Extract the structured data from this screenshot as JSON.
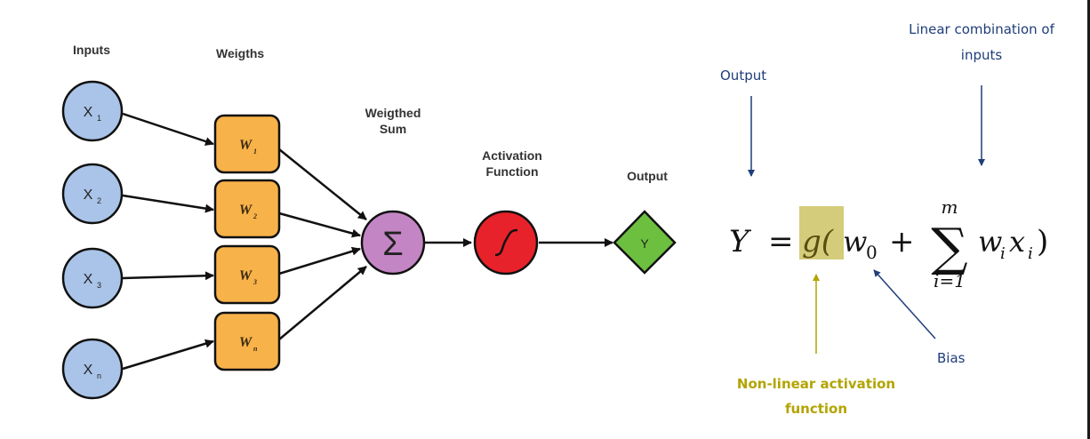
{
  "diagram": {
    "column_labels": {
      "inputs": "Inputs",
      "weights": "Weigths",
      "weighted_sum_line1": "Weigthed",
      "weighted_sum_line2": "Sum",
      "activation_line1": "Activation",
      "activation_line2": "Function",
      "output": "Output"
    },
    "inputs": [
      {
        "name": "X",
        "sub": "1"
      },
      {
        "name": "X",
        "sub": "2"
      },
      {
        "name": "X",
        "sub": "3"
      },
      {
        "name": "X",
        "sub": "n"
      }
    ],
    "weights": [
      {
        "name": "W",
        "sub": "1"
      },
      {
        "name": "W",
        "sub": "2"
      },
      {
        "name": "W",
        "sub": "3"
      },
      {
        "name": "W",
        "sub": "n"
      }
    ],
    "sum_symbol": "Σ",
    "output_symbol": "Y",
    "colors": {
      "input_fill": "#a9c4e8",
      "weight_fill": "#f8b24a",
      "sum_fill": "#c485c4",
      "activation_fill": "#e8222a",
      "output_fill": "#6cbf3f",
      "stroke": "#111111"
    }
  },
  "formula": {
    "lhs": "Y",
    "equals": "=",
    "func": "g(",
    "w0": "w",
    "w0_sub": "0",
    "plus": "+",
    "sigma": "∑",
    "upper": "m",
    "lower": "i=1",
    "term_w": "w",
    "term_w_sub": "i",
    "term_x": "x",
    "term_x_sub": "i",
    "close": ")",
    "highlight_color": "#d4cc7a"
  },
  "annotations": {
    "output": "Output",
    "linear_line1": "Linear combination of",
    "linear_line2": "inputs",
    "bias": "Bias",
    "nonlinear_line1": "Non-linear activation",
    "nonlinear_line2": "function",
    "blue_color": "#1f3d7a",
    "yellow_color": "#b3a400"
  }
}
